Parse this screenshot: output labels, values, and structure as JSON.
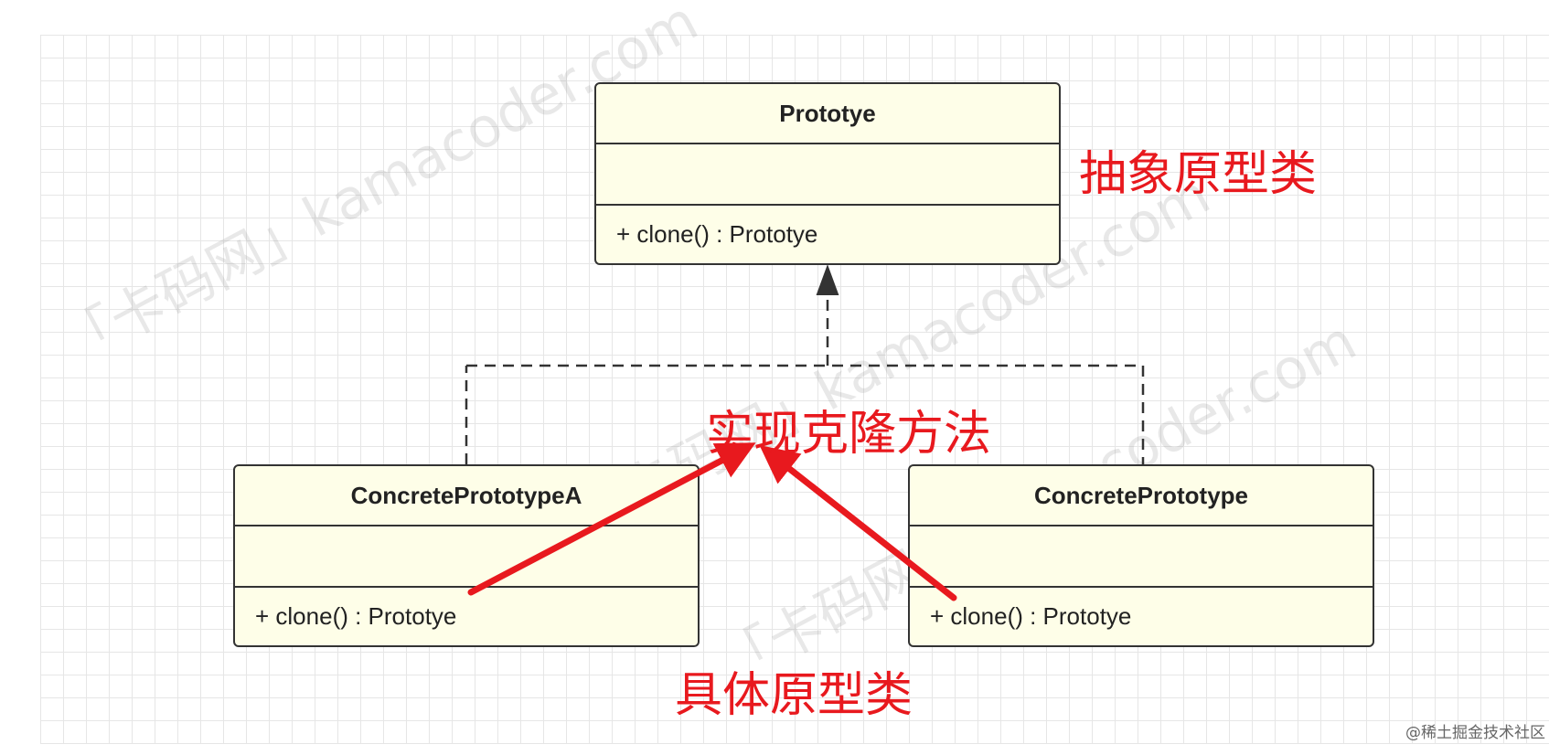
{
  "watermark": {
    "text": "「卡码网」kamacoder.com"
  },
  "classes": {
    "prototype": {
      "name": "Prototye",
      "method": "+ clone() : Prototye"
    },
    "concrete_a": {
      "name": "ConcretePrototypeA",
      "method": "+ clone() : Prototye"
    },
    "concrete_b": {
      "name": "ConcretePrototype",
      "method": "+ clone() : Prototye"
    }
  },
  "annotations": {
    "abstract": "抽象原型类",
    "implement_method": "实现克隆方法",
    "concrete": "具体原型类"
  },
  "credit": "@稀土掘金技术社区",
  "colors": {
    "annotation": "#e8191e",
    "class_fill": "#fefee8",
    "class_border": "#333333"
  }
}
